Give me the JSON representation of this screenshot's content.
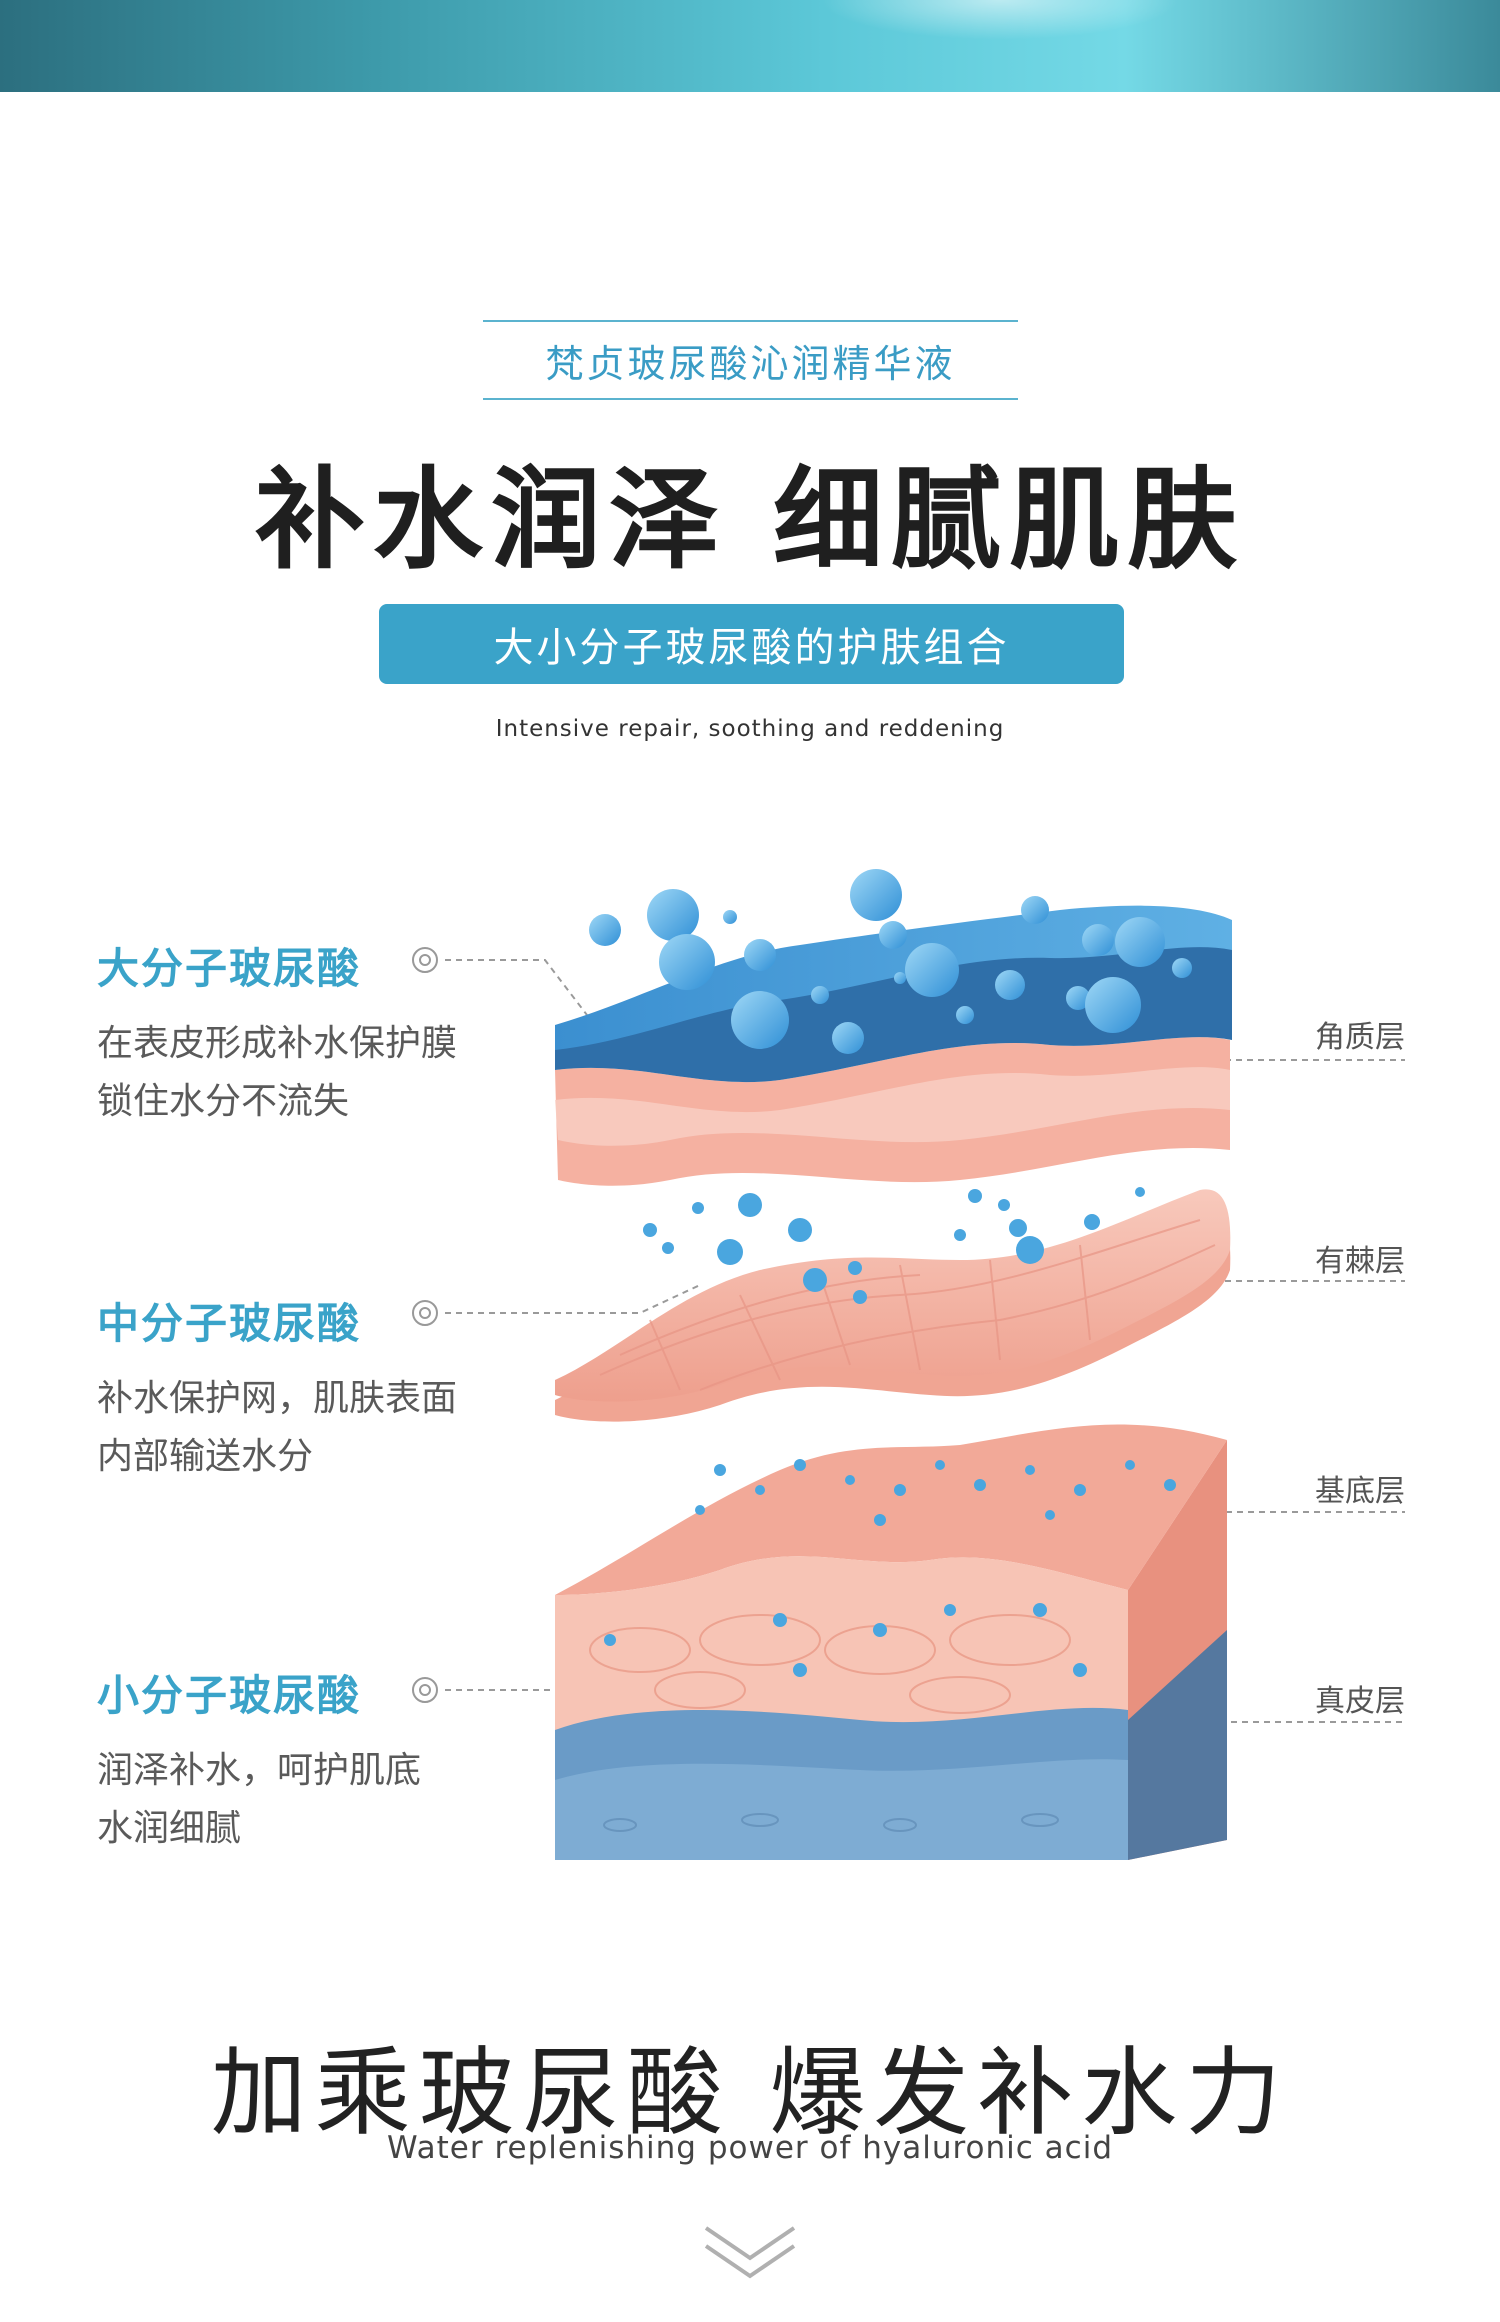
{
  "header": {
    "product_name": "梵贞玻尿酸沁润精华液",
    "main_title": "补水润泽 细腻肌肤",
    "pill_text": "大小分子玻尿酸的护肤组合",
    "intro_en": "Intensive repair, soothing and reddening"
  },
  "features": [
    {
      "title": "大分子玻尿酸",
      "desc_line1": "在表皮形成补水保护膜",
      "desc_line2": "锁住水分不流失"
    },
    {
      "title": "中分子玻尿酸",
      "desc_line1": "补水保护网，肌肤表面",
      "desc_line2": "内部输送水分"
    },
    {
      "title": "小分子玻尿酸",
      "desc_line1": "润泽补水，呵护肌底",
      "desc_line2": "水润细腻"
    }
  ],
  "skin_layers": [
    "角质层",
    "有棘层",
    "基底层",
    "真皮层"
  ],
  "footer": {
    "title": "加乘玻尿酸 爆发补水力",
    "subtitle_en": "Water replenishing power of hyaluronic acid"
  },
  "colors": {
    "accent": "#3aa3c9",
    "skin": "#f2a998",
    "water_blue": "#4aa6df",
    "dermis_blue": "#6a9bc7"
  },
  "icons": [
    "target-icon",
    "chevron-down-icon"
  ]
}
